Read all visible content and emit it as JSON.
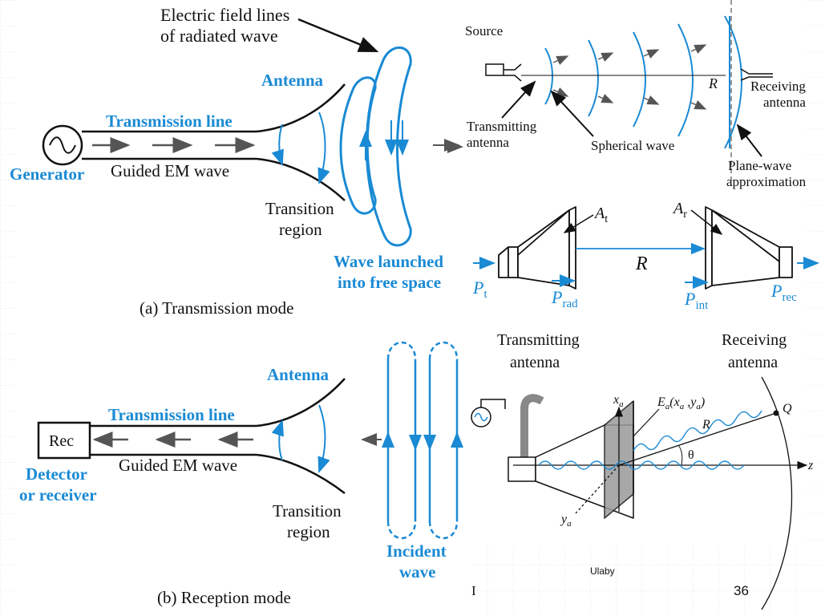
{
  "colors": {
    "accent": "#1a8ad4",
    "ink": "#111111",
    "grid": "#dde6f2",
    "arrow": "#555555"
  },
  "transmission": {
    "field_lines_label_1": "Electric field lines",
    "field_lines_label_2": "of radiated wave",
    "antenna": "Antenna",
    "transmission_line": "Transmission line",
    "generator": "Generator",
    "guided_wave": "Guided EM wave",
    "transition_1": "Transition",
    "transition_2": "region",
    "launched_1": "Wave launched",
    "launched_2": "into free space",
    "caption": "(a)  Transmission mode"
  },
  "spherical": {
    "source": "Source",
    "transmitting_1": "Transmitting",
    "transmitting_2": "antenna",
    "spherical_wave": "Spherical wave",
    "R": "R",
    "receiving_1": "Receiving",
    "receiving_2": "antenna",
    "plane_1": "Plane-wave",
    "plane_2": "approximation"
  },
  "horn_link": {
    "At": "A",
    "At_sub": "t",
    "Ar": "A",
    "Ar_sub": "r",
    "R": "R",
    "Pt": "P",
    "Pt_sub": "t",
    "Prad": "P",
    "Prad_sub": "rad",
    "Pint": "P",
    "Pint_sub": "int",
    "Prec": "P",
    "Prec_sub": "rec",
    "tx_1": "Transmitting",
    "tx_2": "antenna",
    "rx_1": "Receiving",
    "rx_2": "antenna"
  },
  "reception": {
    "antenna": "Antenna",
    "transmission_line": "Transmission line",
    "rec": "Rec",
    "detector_1": "Detector",
    "detector_2": "or receiver",
    "guided_wave": "Guided EM wave",
    "transition_1": "Transition",
    "transition_2": "region",
    "incident_1": "Incident",
    "incident_2": "wave",
    "caption": "(b)  Reception mode"
  },
  "aperture": {
    "xa": "x",
    "xa_sub": "a",
    "ya": "y",
    "ya_sub": "a",
    "Ea": "E",
    "Ea_sub": "a",
    "Ea_args": "(x",
    "Ea_args_sub1": "a",
    "Ea_mid": " ,y",
    "Ea_args_sub2": "a",
    "Ea_close": ")",
    "R": "R",
    "Q": "Q",
    "theta": "θ",
    "z": "z"
  },
  "footer": {
    "author": "Ulaby",
    "page": "36",
    "marker": "I"
  }
}
